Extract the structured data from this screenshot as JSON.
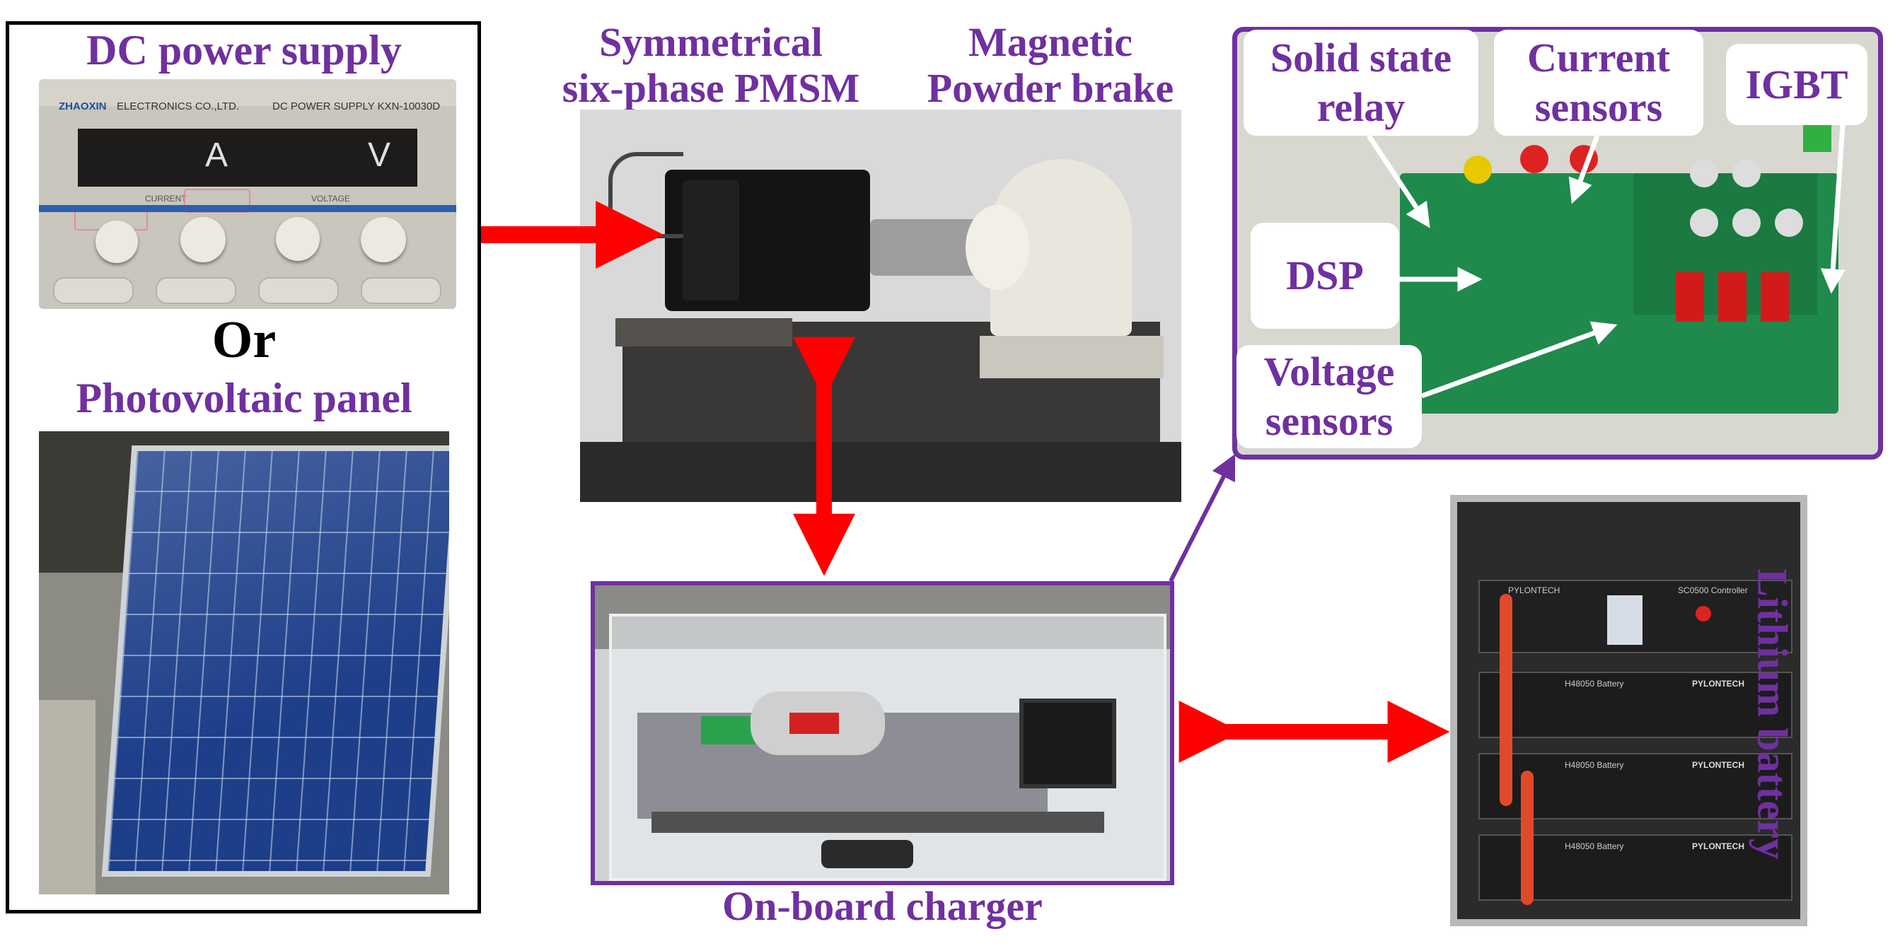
{
  "labels": {
    "dc_power_supply": "DC power supply",
    "or": "Or",
    "photovoltaic_panel": "Photovoltaic panel",
    "pmsm_line1": "Symmetrical",
    "pmsm_line2": "six-phase PMSM",
    "brake_line1": "Magnetic",
    "brake_line2": "Powder brake",
    "onboard_charger": "On-board charger",
    "lithium_battery": "Lithium battery"
  },
  "callouts": {
    "solid_state_relay_1": "Solid state",
    "solid_state_relay_2": "relay",
    "current_sensors_1": "Current",
    "current_sensors_2": "sensors",
    "igbt": "IGBT",
    "dsp": "DSP",
    "voltage_sensors_1": "Voltage",
    "voltage_sensors_2": "sensors"
  },
  "device_text": {
    "dc_brand": "ZHAOXIN",
    "dc_company": "ELECTRONICS CO.,LTD.",
    "dc_model": "DC POWER SUPPLY  KXN-10030D",
    "dc_current_unit": "A",
    "dc_voltage_unit": "V",
    "dc_current_caption": "CURRENT",
    "dc_voltage_caption": "VOLTAGE",
    "battery_brand": "PYLONTECH",
    "battery_controller": "SC0500 Controller",
    "battery_module": "H48050 Battery"
  },
  "colors": {
    "accent_purple": "#7030a0",
    "arrow_red": "#ff0000",
    "frame_black": "#000000"
  }
}
